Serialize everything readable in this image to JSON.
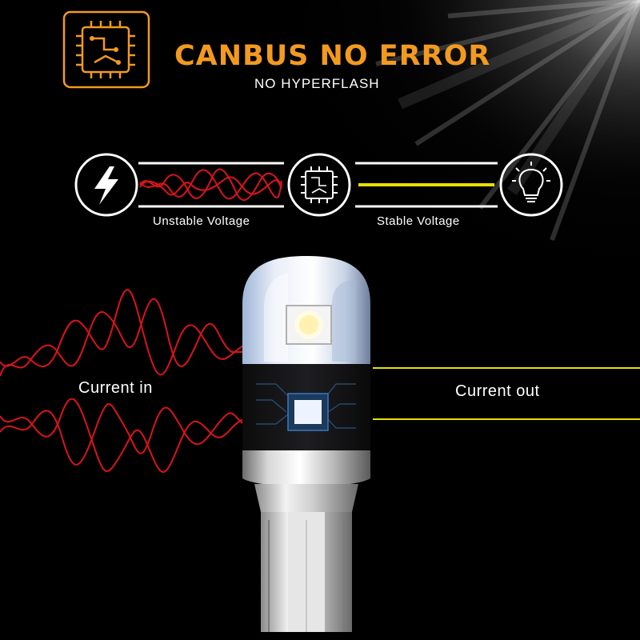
{
  "colors": {
    "accent": "#f29a1f",
    "wave": "#d9141c",
    "stable_line": "#e8e000",
    "background": "#000000"
  },
  "header": {
    "title": "CANBUS NO ERROR",
    "subtitle": "NO HYPERFLASH"
  },
  "diagram": {
    "left_label": "Unstable Voltage",
    "right_label": "Stable Voltage",
    "icons": [
      "lightning-bolt-icon",
      "chip-icon",
      "light-bulb-icon"
    ]
  },
  "bulb": {
    "current_in_label": "Current in",
    "current_out_label": "Current out"
  }
}
